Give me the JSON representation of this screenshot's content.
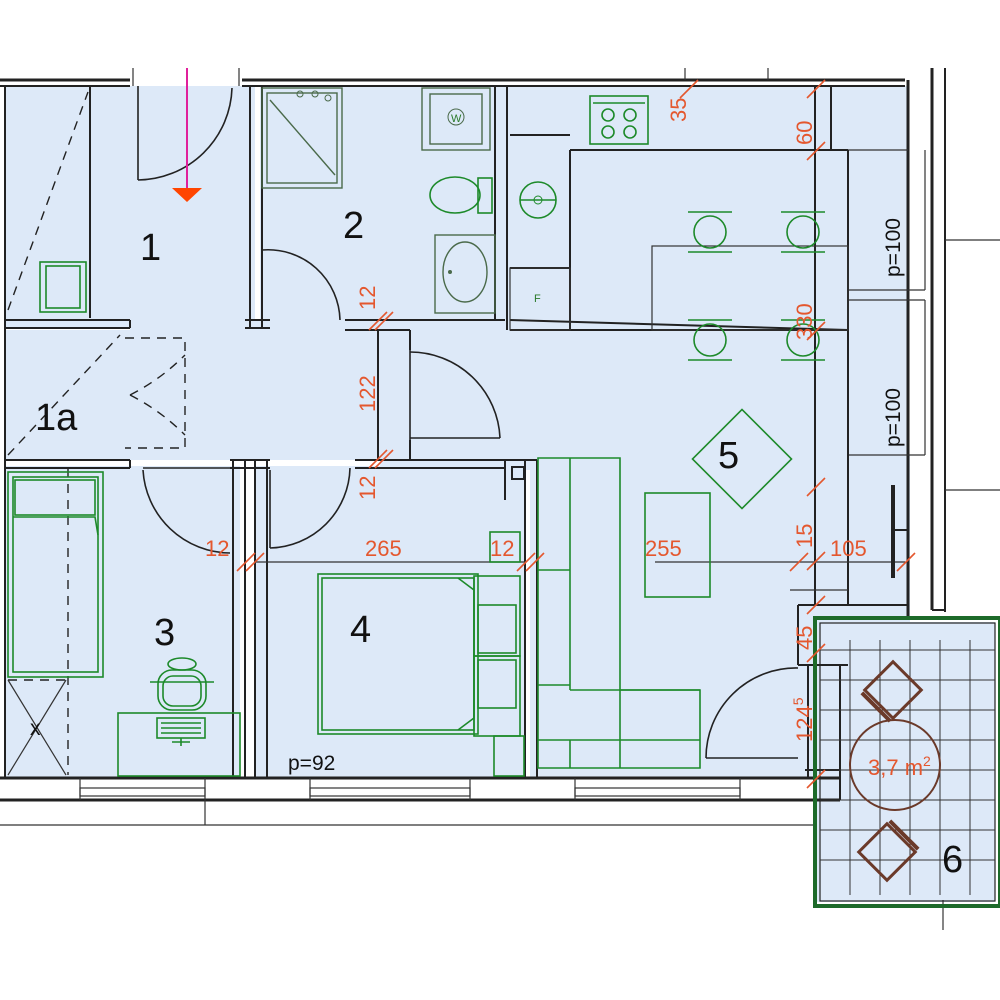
{
  "rooms": {
    "r1": "1",
    "r1a": "1a",
    "r2": "2",
    "r3": "3",
    "r4": "4",
    "r5": "5",
    "r6": "6"
  },
  "dimensions": {
    "d35": "35",
    "d60": "60",
    "d12_top": "12",
    "d122": "122",
    "d12_mid": "12",
    "d330": "330",
    "d12_left": "12",
    "d265": "265",
    "d12_center": "12",
    "d255": "255",
    "d15": "15",
    "d105": "105",
    "d45": "45",
    "d124": "124",
    "d124_sup": "5",
    "balcony_area": "3,7 m",
    "balcony_area_sup": "2"
  },
  "labels": {
    "p100_top": "p=100",
    "p100_bottom": "p=100",
    "p92": "p=92",
    "fridge": "F",
    "wc": "W",
    "closet_x": "x"
  },
  "colors": {
    "room_fill": "#dde9f8",
    "wall": "#222222",
    "furniture": "#1d8a2a",
    "dimension": "#e4572e",
    "entry_arrow": "#ff4500",
    "entry_line": "#e0209c"
  }
}
